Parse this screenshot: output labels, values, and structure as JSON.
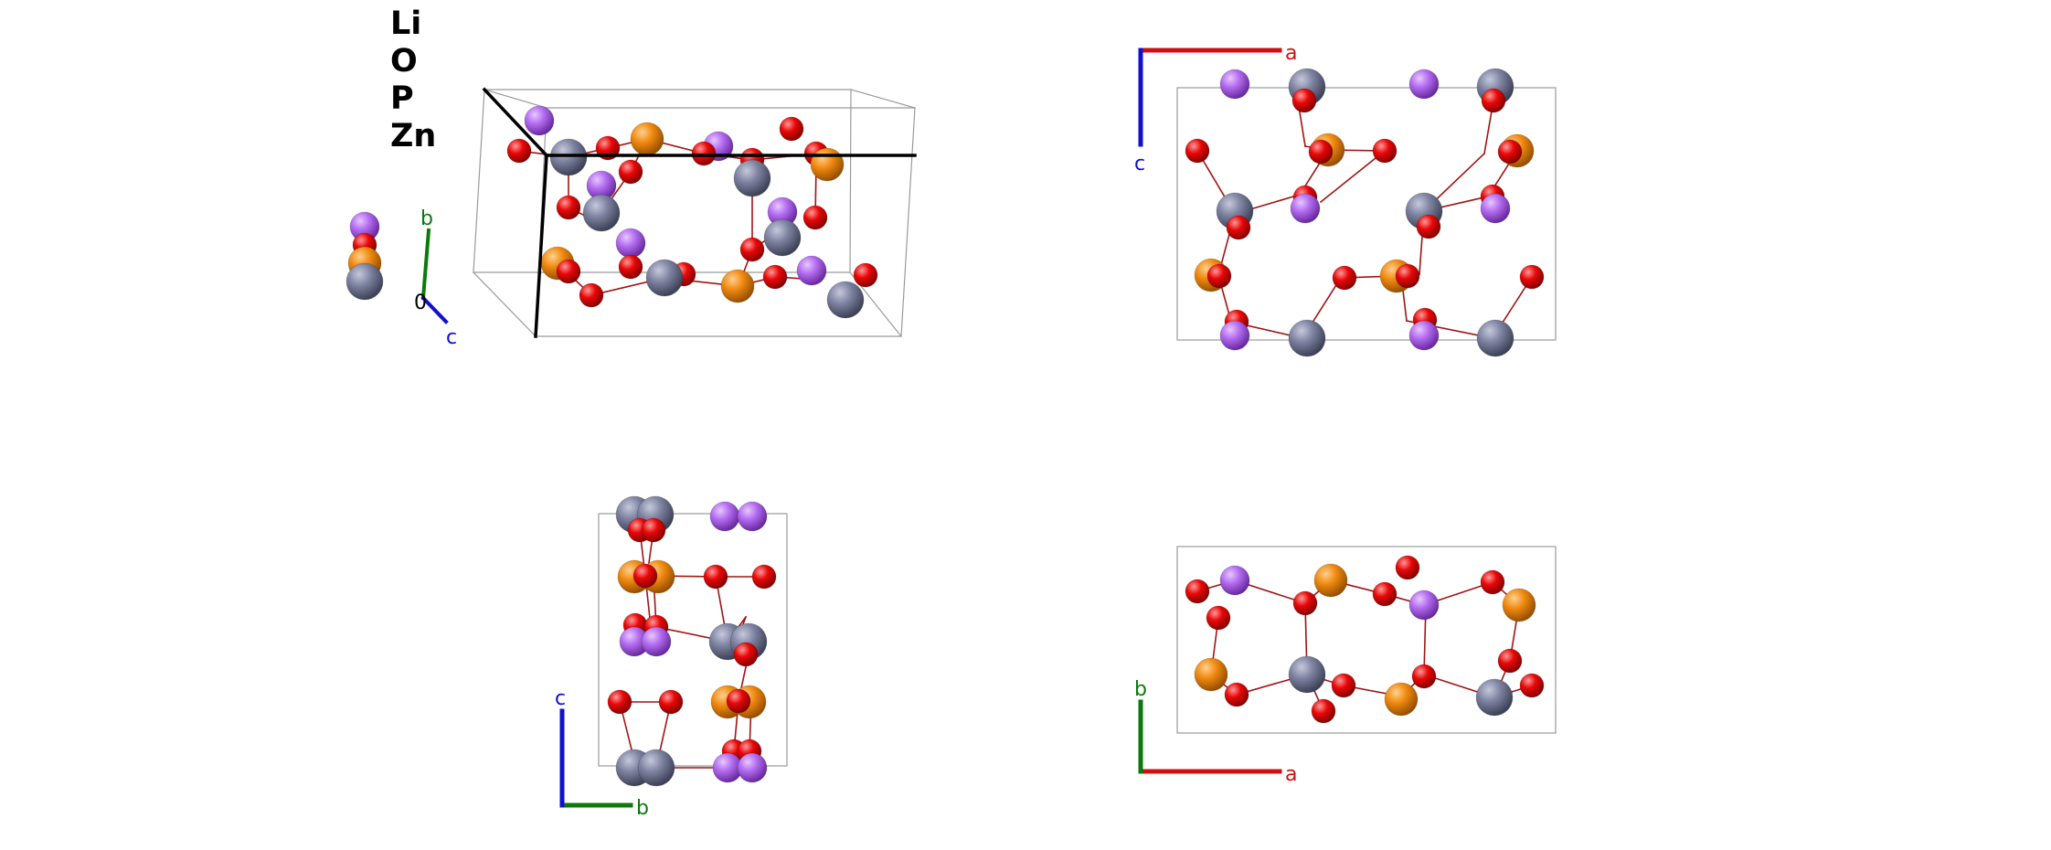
{
  "legend": {
    "elements": [
      "Li",
      "O",
      "P",
      "Zn"
    ]
  },
  "colors": {
    "Li": "#b36cf0",
    "O": "#e80808",
    "P": "#f08a10",
    "Zn": "#7e83a1",
    "bond": "#a01414",
    "cell": "#9a9a9a",
    "axis_a": "#d01010",
    "axis_b": "#0a7a0a",
    "axis_c": "#1010d0"
  },
  "axes": {
    "a": "a",
    "b": "b",
    "c": "c",
    "origin": "0"
  }
}
